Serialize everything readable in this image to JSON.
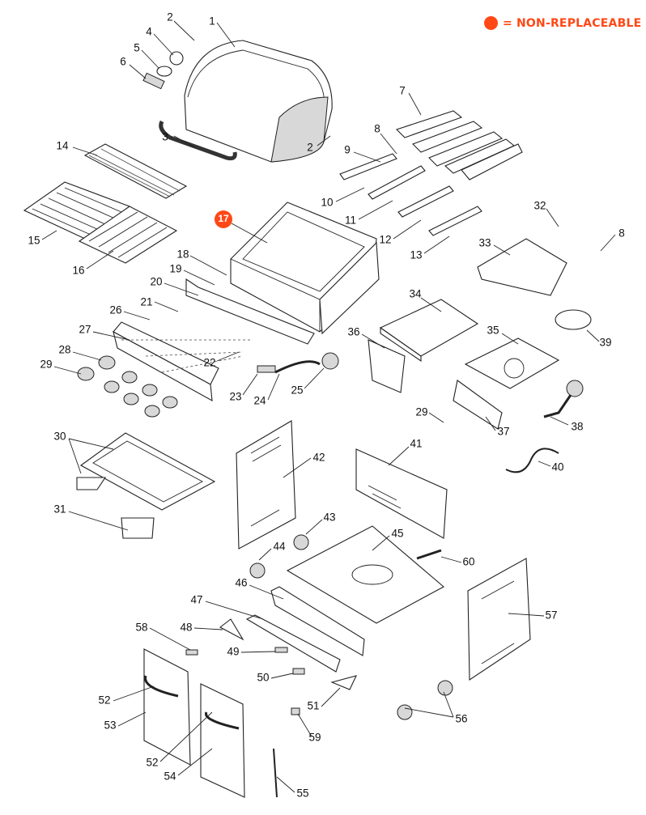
{
  "legend": {
    "marker_color": "#ff4816",
    "text": "= NON-REPLACEABLE"
  },
  "parts": {
    "labels": [
      "1",
      "2",
      "2",
      "3",
      "4",
      "5",
      "6",
      "7",
      "8",
      "8",
      "9",
      "10",
      "11",
      "12",
      "13",
      "14",
      "15",
      "16",
      "17",
      "18",
      "19",
      "20",
      "21",
      "22",
      "23",
      "24",
      "25",
      "26",
      "27",
      "28",
      "29",
      "29",
      "30",
      "31",
      "32",
      "33",
      "34",
      "35",
      "36",
      "37",
      "38",
      "39",
      "40",
      "41",
      "42",
      "43",
      "44",
      "45",
      "46",
      "47",
      "48",
      "49",
      "50",
      "51",
      "52",
      "52",
      "53",
      "54",
      "55",
      "56",
      "57",
      "58",
      "59",
      "60"
    ],
    "non_replaceable": [
      "17"
    ]
  }
}
